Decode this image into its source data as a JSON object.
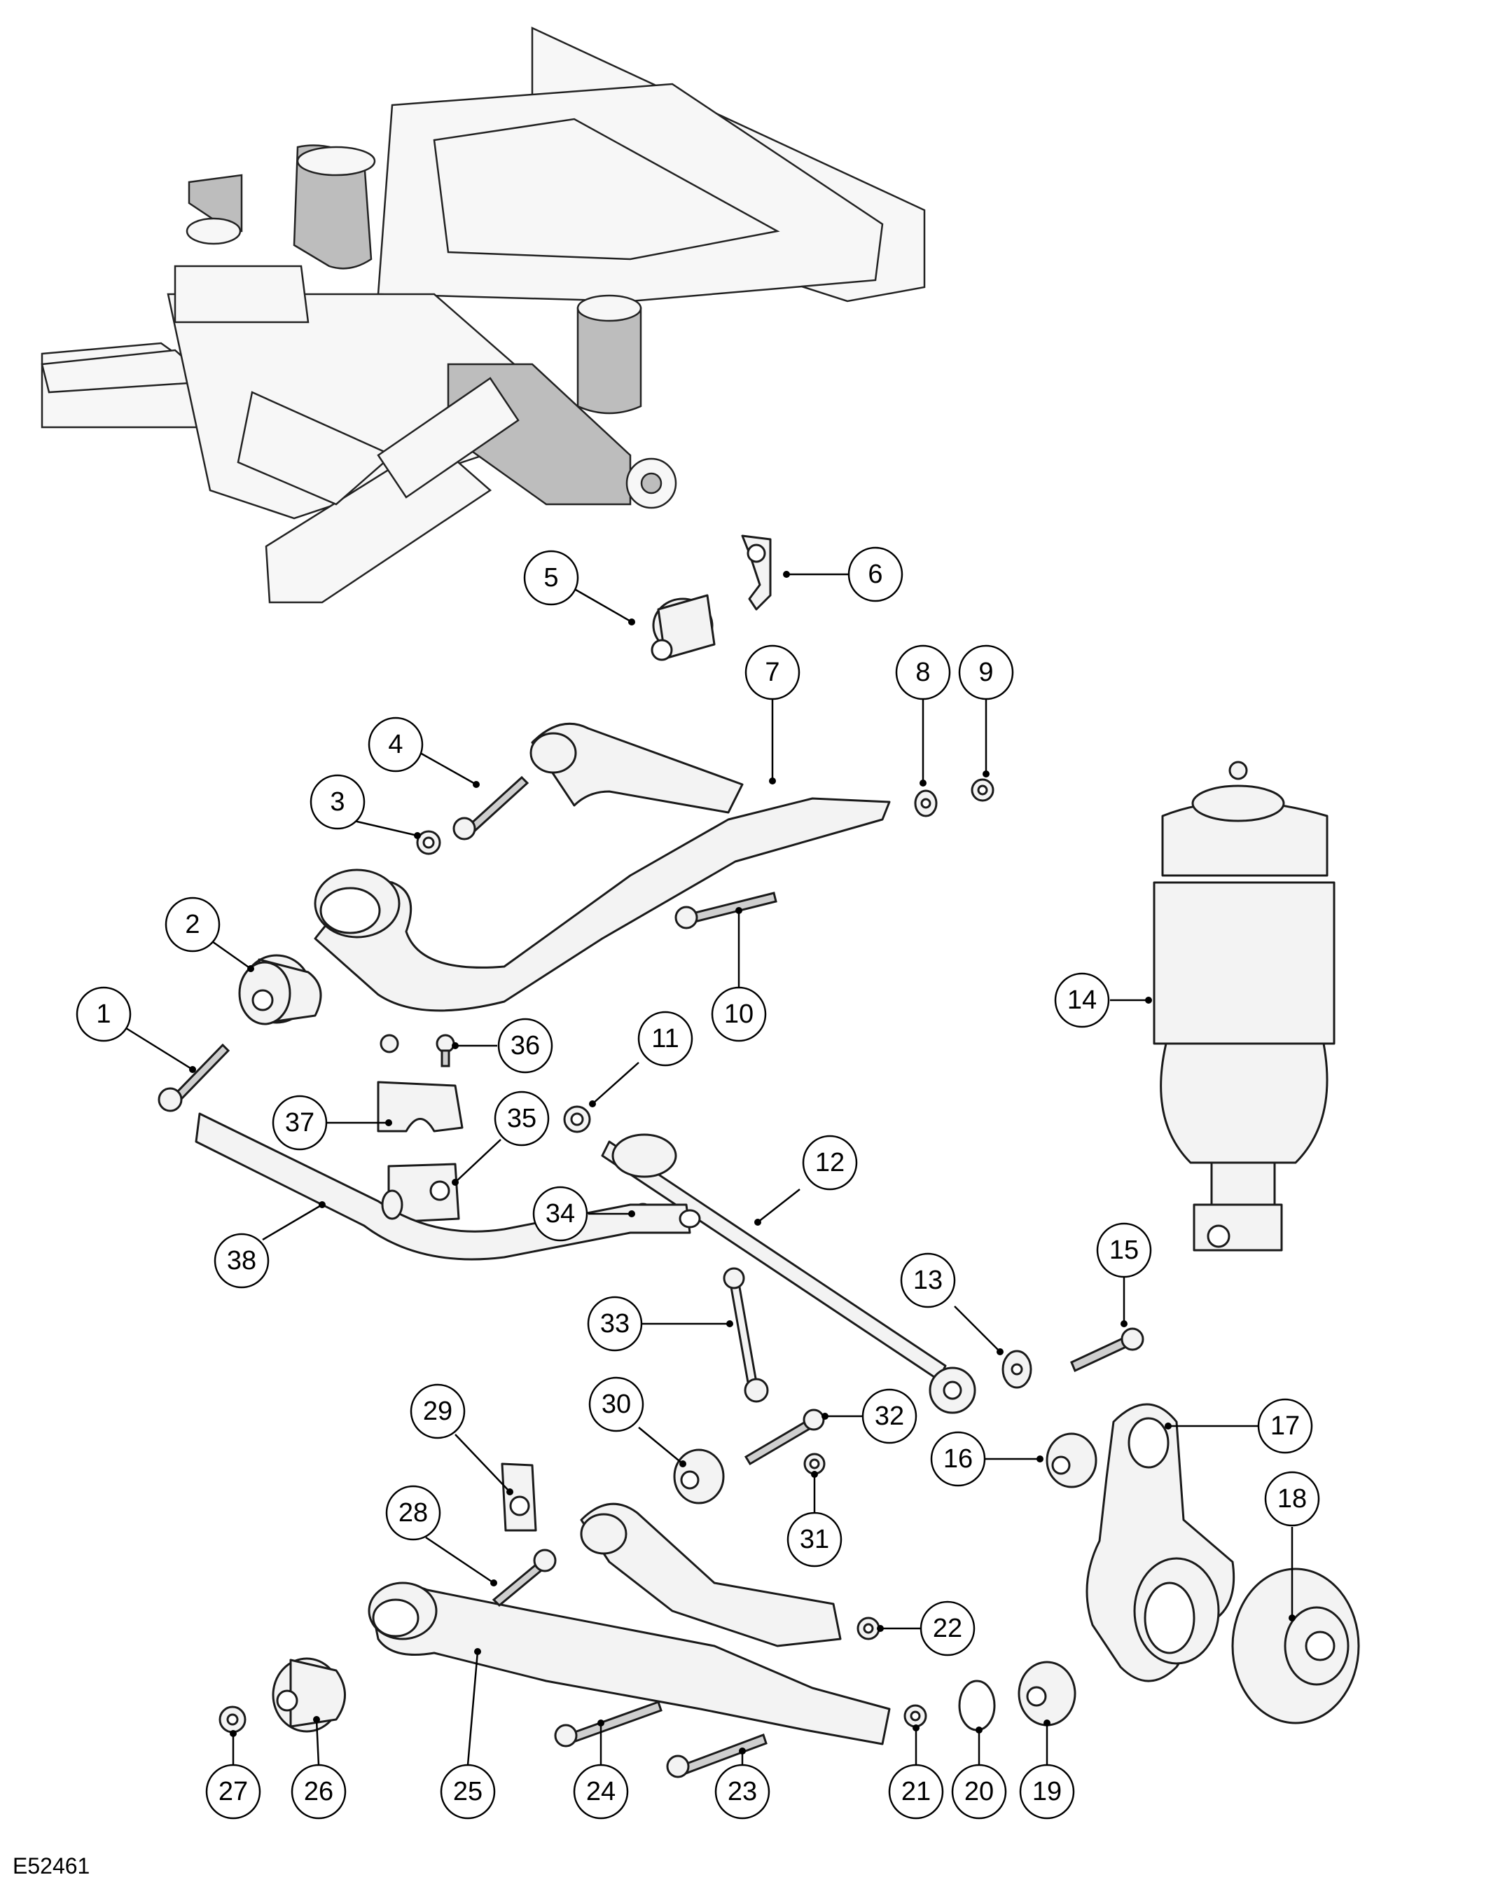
{
  "figure": {
    "reference_code": "E52461",
    "callouts": [
      "1",
      "2",
      "3",
      "4",
      "5",
      "6",
      "7",
      "8",
      "9",
      "10",
      "11",
      "12",
      "13",
      "14",
      "15",
      "16",
      "17",
      "18",
      "19",
      "20",
      "21",
      "22",
      "23",
      "24",
      "25",
      "26",
      "27",
      "28",
      "29",
      "30",
      "31",
      "32",
      "33",
      "34",
      "35",
      "36",
      "37",
      "38"
    ]
  },
  "colors": {
    "outline": "#1a1a1a",
    "part_fill": "#f3f3f3",
    "shade": "#cfcfcf",
    "background": "#ffffff"
  }
}
